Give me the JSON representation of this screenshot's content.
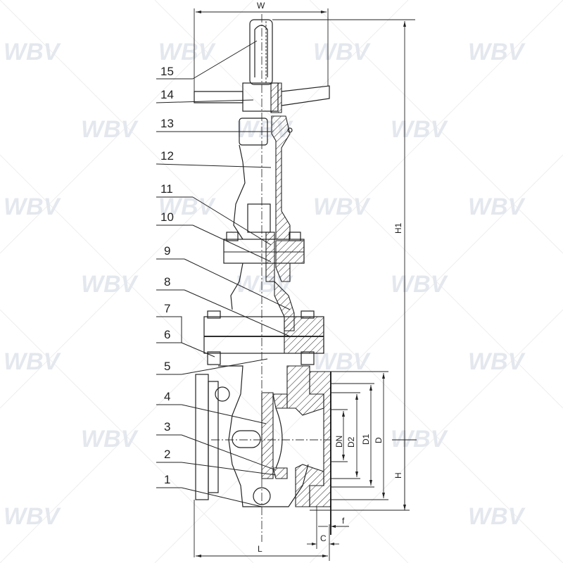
{
  "diagram": {
    "type": "gate-valve-sectional-drawing",
    "watermark": "WBV",
    "part_labels": [
      "1",
      "2",
      "3",
      "4",
      "5",
      "6",
      "7",
      "8",
      "9",
      "10",
      "11",
      "12",
      "13",
      "14",
      "15"
    ],
    "dimensions": {
      "width": "W",
      "height_total": "H1",
      "height_center": "H",
      "length": "L",
      "nominal_diameter": "DN",
      "raised_face_diameter": "D2",
      "bolt_circle_diameter": "D1",
      "flange_outer_diameter": "D",
      "flange_thickness": "C",
      "raised_face_height": "f"
    },
    "colors": {
      "line": "#222222",
      "watermark": "#e4e8ee",
      "background": "#ffffff"
    }
  }
}
